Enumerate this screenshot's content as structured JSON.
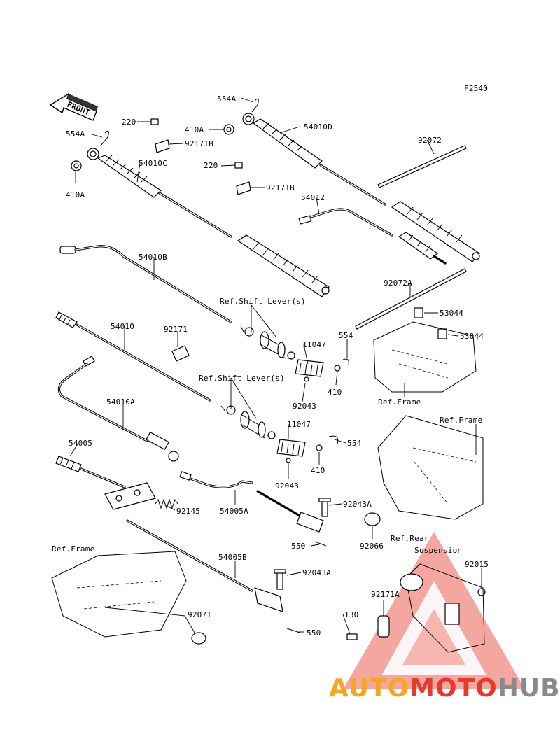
{
  "figure_code": "F2540",
  "front_label": "FRONT",
  "part_labels": {
    "p554A_top": "554A",
    "p220_a": "220",
    "p410A_a": "410A",
    "p54010D": "54010D",
    "p554A_left": "554A",
    "p92171B_a": "92171B",
    "p92072": "92072",
    "p54010C": "54010C",
    "p220_b": "220",
    "p92171B_b": "92171B",
    "p410A_b": "410A",
    "p54012": "54012",
    "p54010B": "54010B",
    "p92072A": "92072A",
    "ref_shift_1": "Ref.Shift Lever(s)",
    "p53044_a": "53044",
    "p92171": "92171",
    "p54010": "54010",
    "p53044_b": "53044",
    "p554_a": "554",
    "p11047_a": "11047",
    "ref_shift_2": "Ref.Shift Lever(s)",
    "p410_a": "410",
    "p92043_a": "92043",
    "ref_frame_1": "Ref.Frame",
    "p54010A": "54010A",
    "ref_frame_2": "Ref.Frame",
    "p11047_b": "11047",
    "p554_b": "554",
    "p54005": "54005",
    "p410_b": "410",
    "p92043_b": "92043",
    "p92043A_a": "92043A",
    "p92145": "92145",
    "p54005A": "54005A",
    "p92066": "92066",
    "p550_a": "550",
    "ref_rear_1": "Ref.Rear",
    "ref_rear_2": "Suspension",
    "ref_frame_3": "Ref.Frame",
    "p54005B": "54005B",
    "p92043A_b": "92043A",
    "p92015": "92015",
    "p92171A": "92171A",
    "p92071": "92071",
    "p130": "130",
    "p550_b": "550"
  },
  "watermark": {
    "part1": "AUTO",
    "part2": "MOTO",
    "part3": "HUB",
    "color_orange": "#f5a623",
    "color_red": "#e63a2e",
    "color_gray": "#8a8a8a"
  }
}
